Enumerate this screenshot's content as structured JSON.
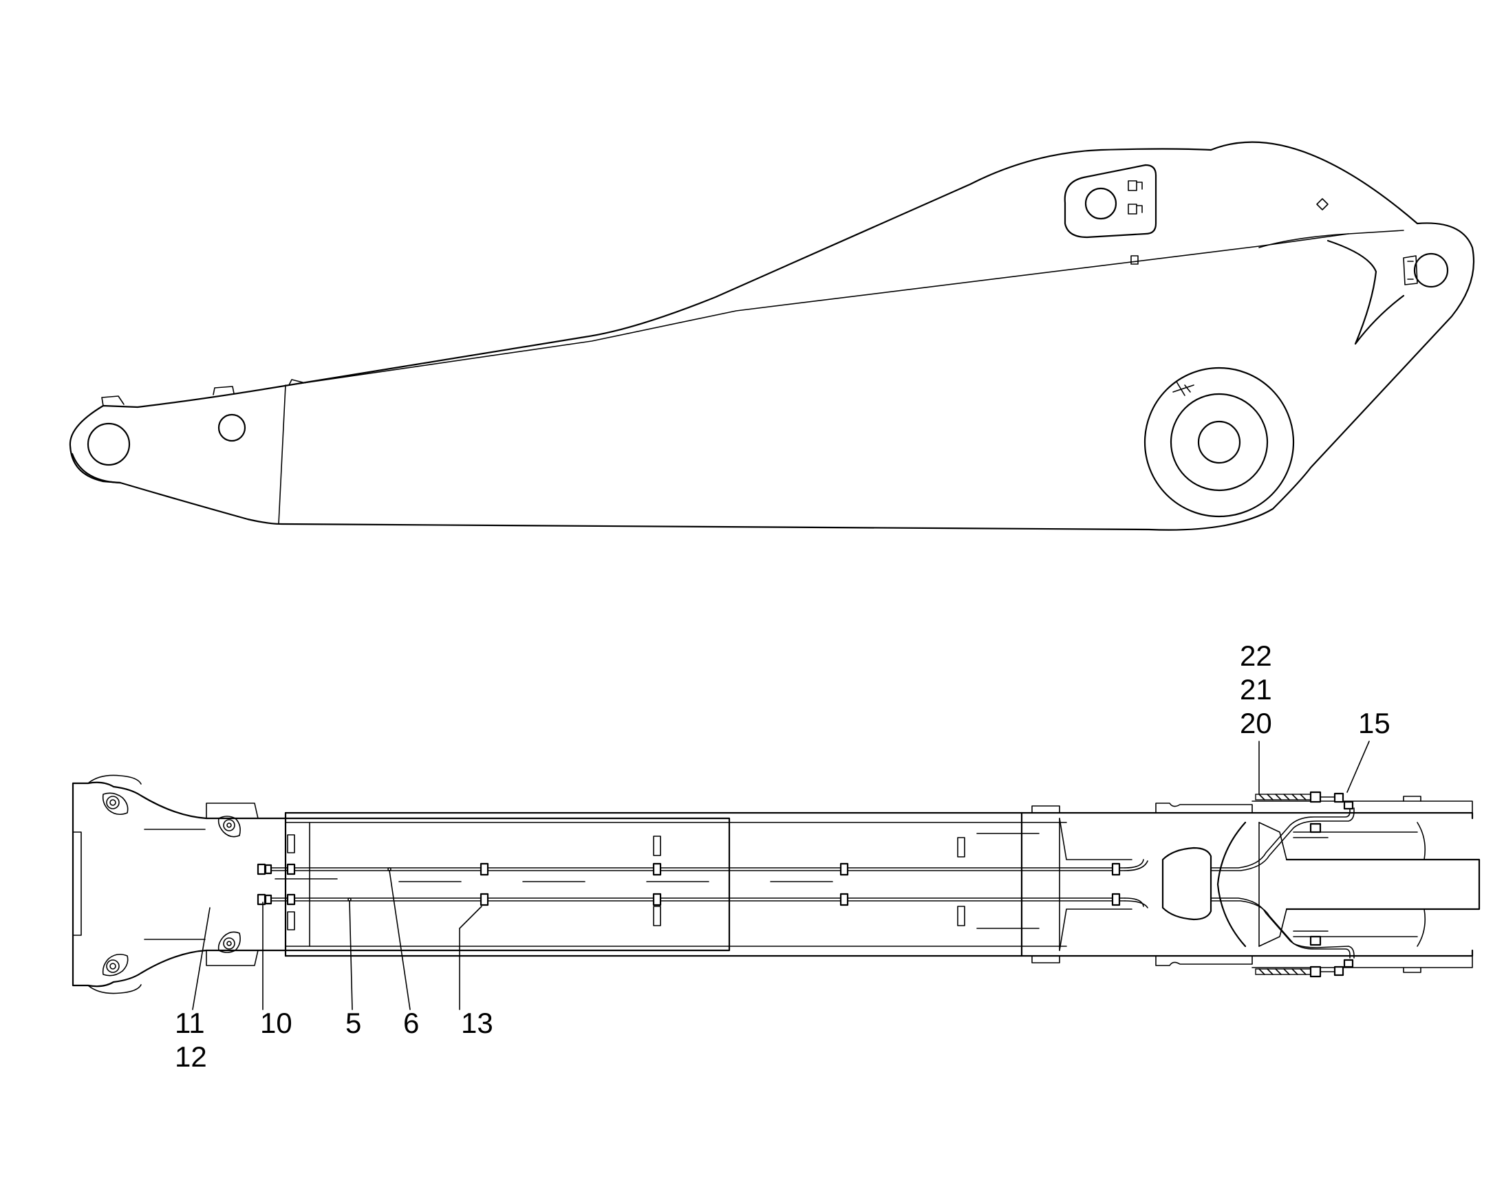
{
  "callouts": {
    "c11": "11",
    "c12": "12",
    "c10": "10",
    "c5": "5",
    "c6": "6",
    "c13": "13",
    "c22": "22",
    "c21": "21",
    "c20": "20",
    "c15": "15"
  },
  "colors": {
    "line": "#000000",
    "background": "#ffffff"
  }
}
